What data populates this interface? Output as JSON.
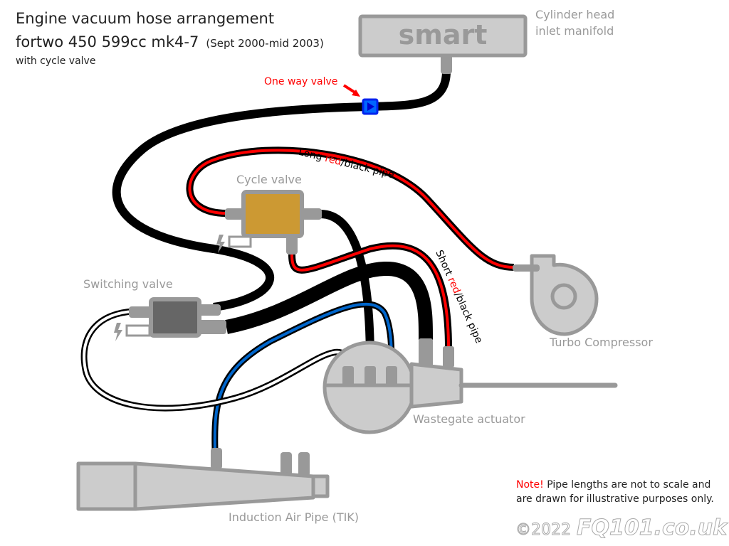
{
  "title": {
    "line1": "Engine vacuum hose arrangement",
    "line2": "fortwo 450 599cc mk4-7",
    "line2_period": "(Sept 2000-mid 2003)",
    "line3": "with cycle valve"
  },
  "components": {
    "manifold": {
      "label_line1": "Cylinder head",
      "label_line2": "inlet manifold",
      "logo": "smart"
    },
    "one_way_valve": {
      "label": "One way valve",
      "color": "#0033ff"
    },
    "cycle_valve": {
      "label": "Cycle valve",
      "body_color": "#cc9933"
    },
    "switching_valve": {
      "label": "Switching valve",
      "body_color": "#666666"
    },
    "turbo": {
      "label": "Turbo Compressor"
    },
    "wastegate": {
      "label": "Wastegate actuator"
    },
    "induction_pipe": {
      "label": "Induction Air Pipe (TIK)"
    }
  },
  "pipes": {
    "long": {
      "prefix": "Long ",
      "color_word": "red",
      "suffix": "/black pipe"
    },
    "short": {
      "prefix": "Short ",
      "color_word": "red",
      "suffix": "/black pipe"
    }
  },
  "note": {
    "emphasis": "Note!",
    "line1": " Pipe lengths are not to scale and",
    "line2": "are drawn for illustrative purposes only."
  },
  "copyright": {
    "year": "©2022",
    "site": "FQ101.co.uk"
  },
  "colors": {
    "hose_red": "#ff0000",
    "hose_blue": "#0066cc",
    "hose_black": "#000000",
    "part_fill": "#cccccc",
    "part_stroke": "#999999"
  }
}
